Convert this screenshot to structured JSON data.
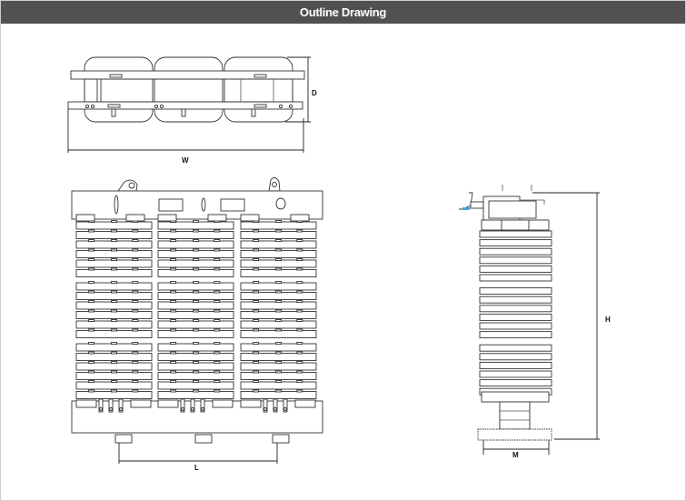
{
  "header": {
    "title": "Outline Drawing"
  },
  "dimensions": {
    "width": "W",
    "depth": "D",
    "height": "H",
    "lifting_distance": "L",
    "mounting": "M"
  },
  "colors": {
    "header_bg": "#515151",
    "line": "#333333",
    "accent": "#3fa9d6"
  }
}
